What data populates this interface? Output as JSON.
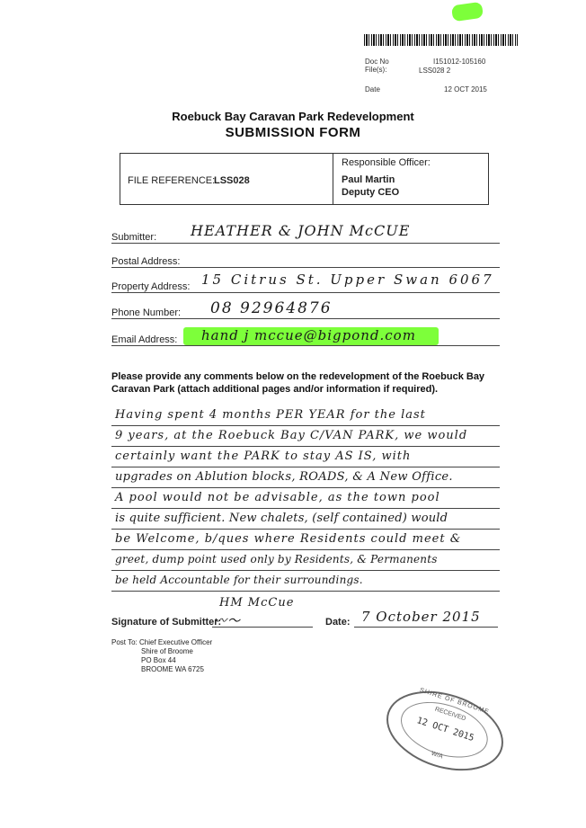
{
  "registry": {
    "doc_no_label": "Doc No",
    "doc_no": "I151012-105160",
    "files_label": "File(s):",
    "files": "LSS028 2",
    "date_label": "Date",
    "date": "12 OCT 2015"
  },
  "heading": {
    "title": "Roebuck Bay Caravan Park Redevelopment",
    "subtitle": "SUBMISSION FORM"
  },
  "reference_box": {
    "file_ref_label": "FILE REFERENCE:",
    "file_ref": "LSS028",
    "officer_label": "Responsible Officer:",
    "officer_name": "Paul Martin",
    "officer_title": "Deputy CEO"
  },
  "fields": {
    "submitter_label": "Submitter:",
    "submitter": "HEATHER & JOHN McCUE",
    "postal_label": "Postal Address:",
    "postal": "",
    "property_label": "Property Address:",
    "property": "15 Citrus St. Upper Swan 6067",
    "phone_label": "Phone Number:",
    "phone": "08 92964876",
    "email_label": "Email Address:",
    "email": "hand j mccue@bigpond.com"
  },
  "instructions": "Please provide any comments below on the redevelopment of the Roebuck Bay Caravan Park (attach additional pages and/or information if required).",
  "comments": [
    "Having spent 4 months PER YEAR for the last",
    "9 years, at the Roebuck Bay C/VAN PARK, we would",
    "certainly want the PARK to stay AS IS, with",
    "upgrades on Ablution blocks, ROADS, & A New Office.",
    "A pool would not be advisable, as the town pool",
    "is quite sufficient. New chalets, (self contained) would",
    "be Welcome, b/ques where Residents could meet &",
    "greet, dump point used only by Residents, & Permanents",
    "be held Accountable for their surroundings."
  ],
  "signature": {
    "label": "Signature of Submitter:",
    "name": "HM McCue",
    "date_label": "Date:",
    "date": "7 October 2015"
  },
  "post_to": {
    "label": "Post To:",
    "lines": [
      "Chief Executive Officer",
      "Shire of Broome",
      "PO Box 44",
      "BROOME WA 6725"
    ]
  },
  "stamp": {
    "top": "SHIRE OF BROOME",
    "received": "RECEIVED",
    "date": "12 OCT 2015",
    "initials": "W/A"
  }
}
